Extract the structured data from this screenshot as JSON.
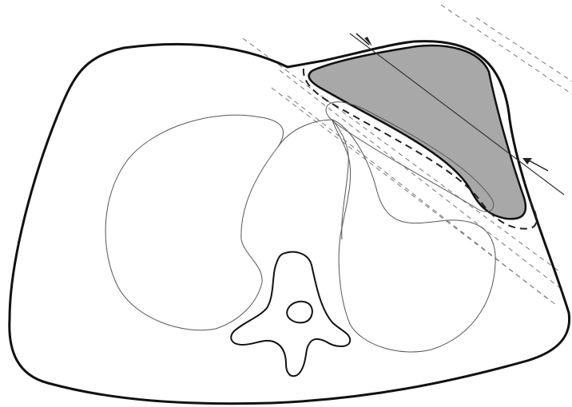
{
  "diagram": {
    "colors": {
      "outline": "#111111",
      "target_fill": "#a8a8a8",
      "organ_line": "#555555",
      "beam_line": "#777777",
      "background": "#ffffff"
    },
    "structures": [
      "body-contour",
      "right-lung",
      "left-lung",
      "heart",
      "vertebra",
      "spinal-canal",
      "target-volume",
      "planning-margin",
      "tangential-beam-lines",
      "beam-axis",
      "beam-arrows"
    ]
  }
}
